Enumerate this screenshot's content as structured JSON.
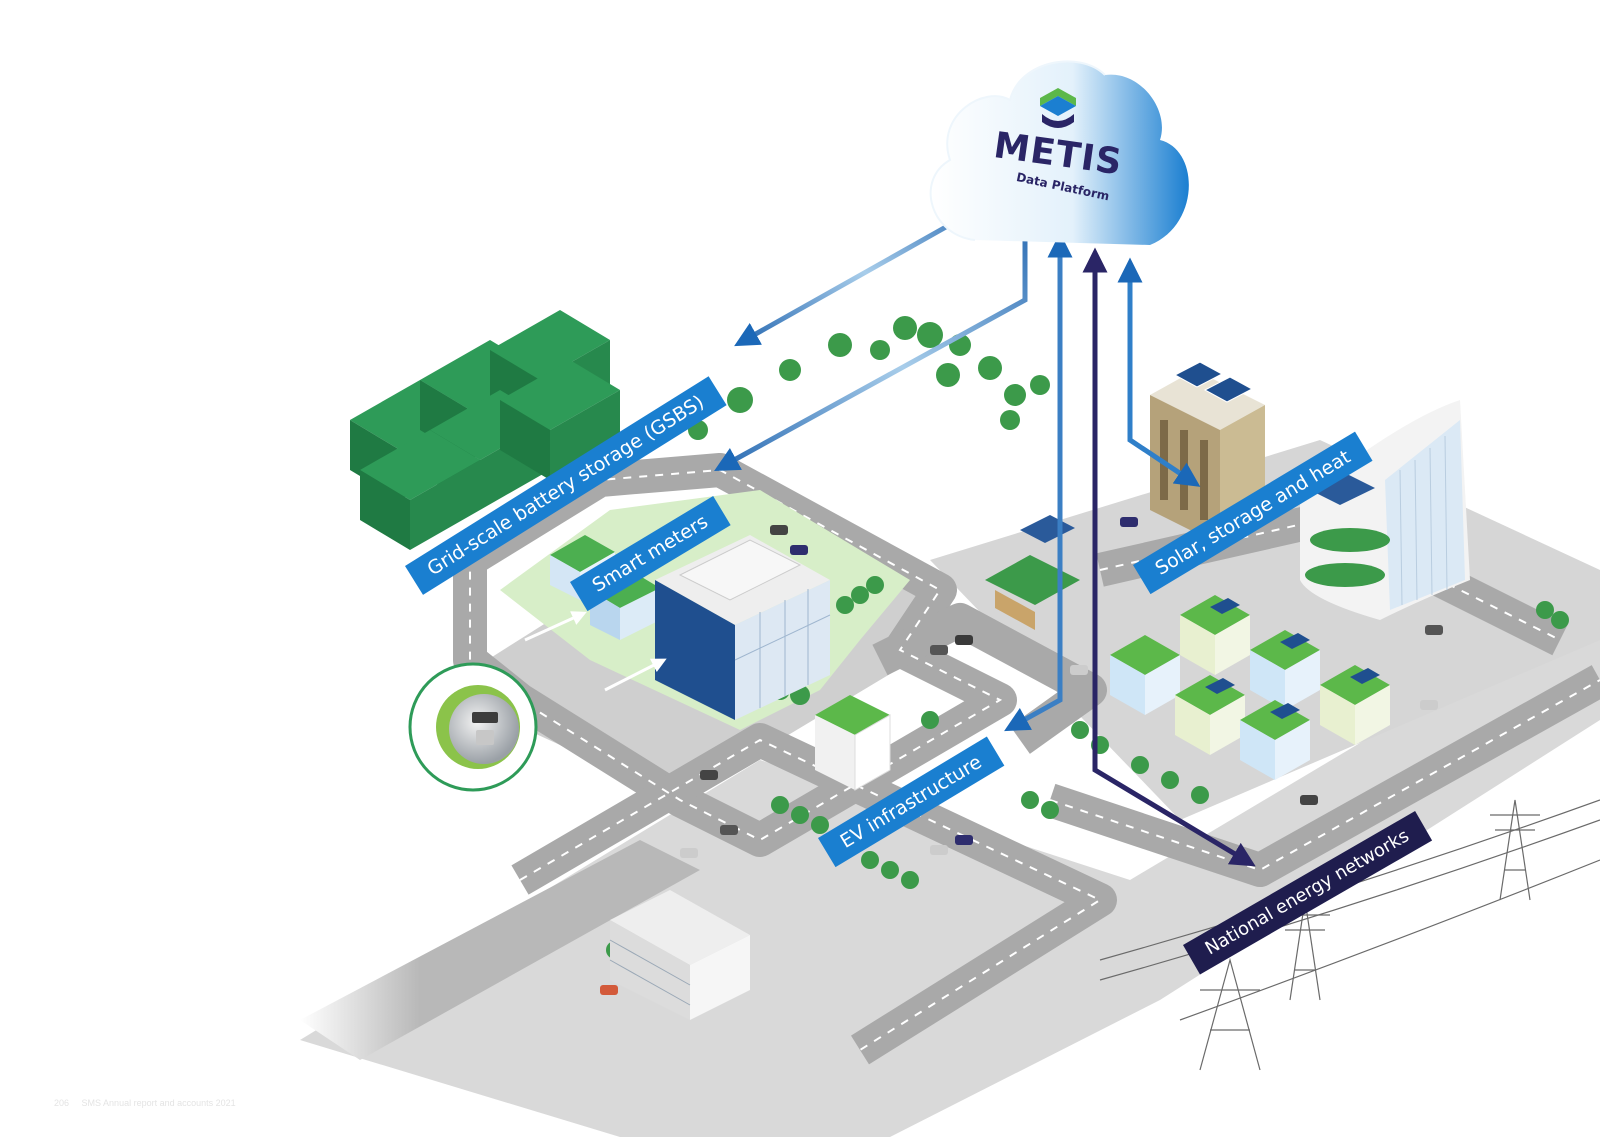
{
  "cloud": {
    "brand": "METIS",
    "subtitle": "Data Platform"
  },
  "labels": {
    "gsbs": "Grid-scale battery storage (GSBS)",
    "smart_meters": "Smart meters",
    "solar": "Solar, storage and heat",
    "ev": "EV infrastructure",
    "national": "National energy networks"
  },
  "footer": {
    "page": "206",
    "text": "SMS Annual report and accounts 2021"
  },
  "colors": {
    "blue_label": "#1a7fd0",
    "navy_label": "#1f1d4e",
    "brand": "#2a2566",
    "solar_green": "#5cb84a",
    "cloud_blue": "#1b7fd1"
  }
}
